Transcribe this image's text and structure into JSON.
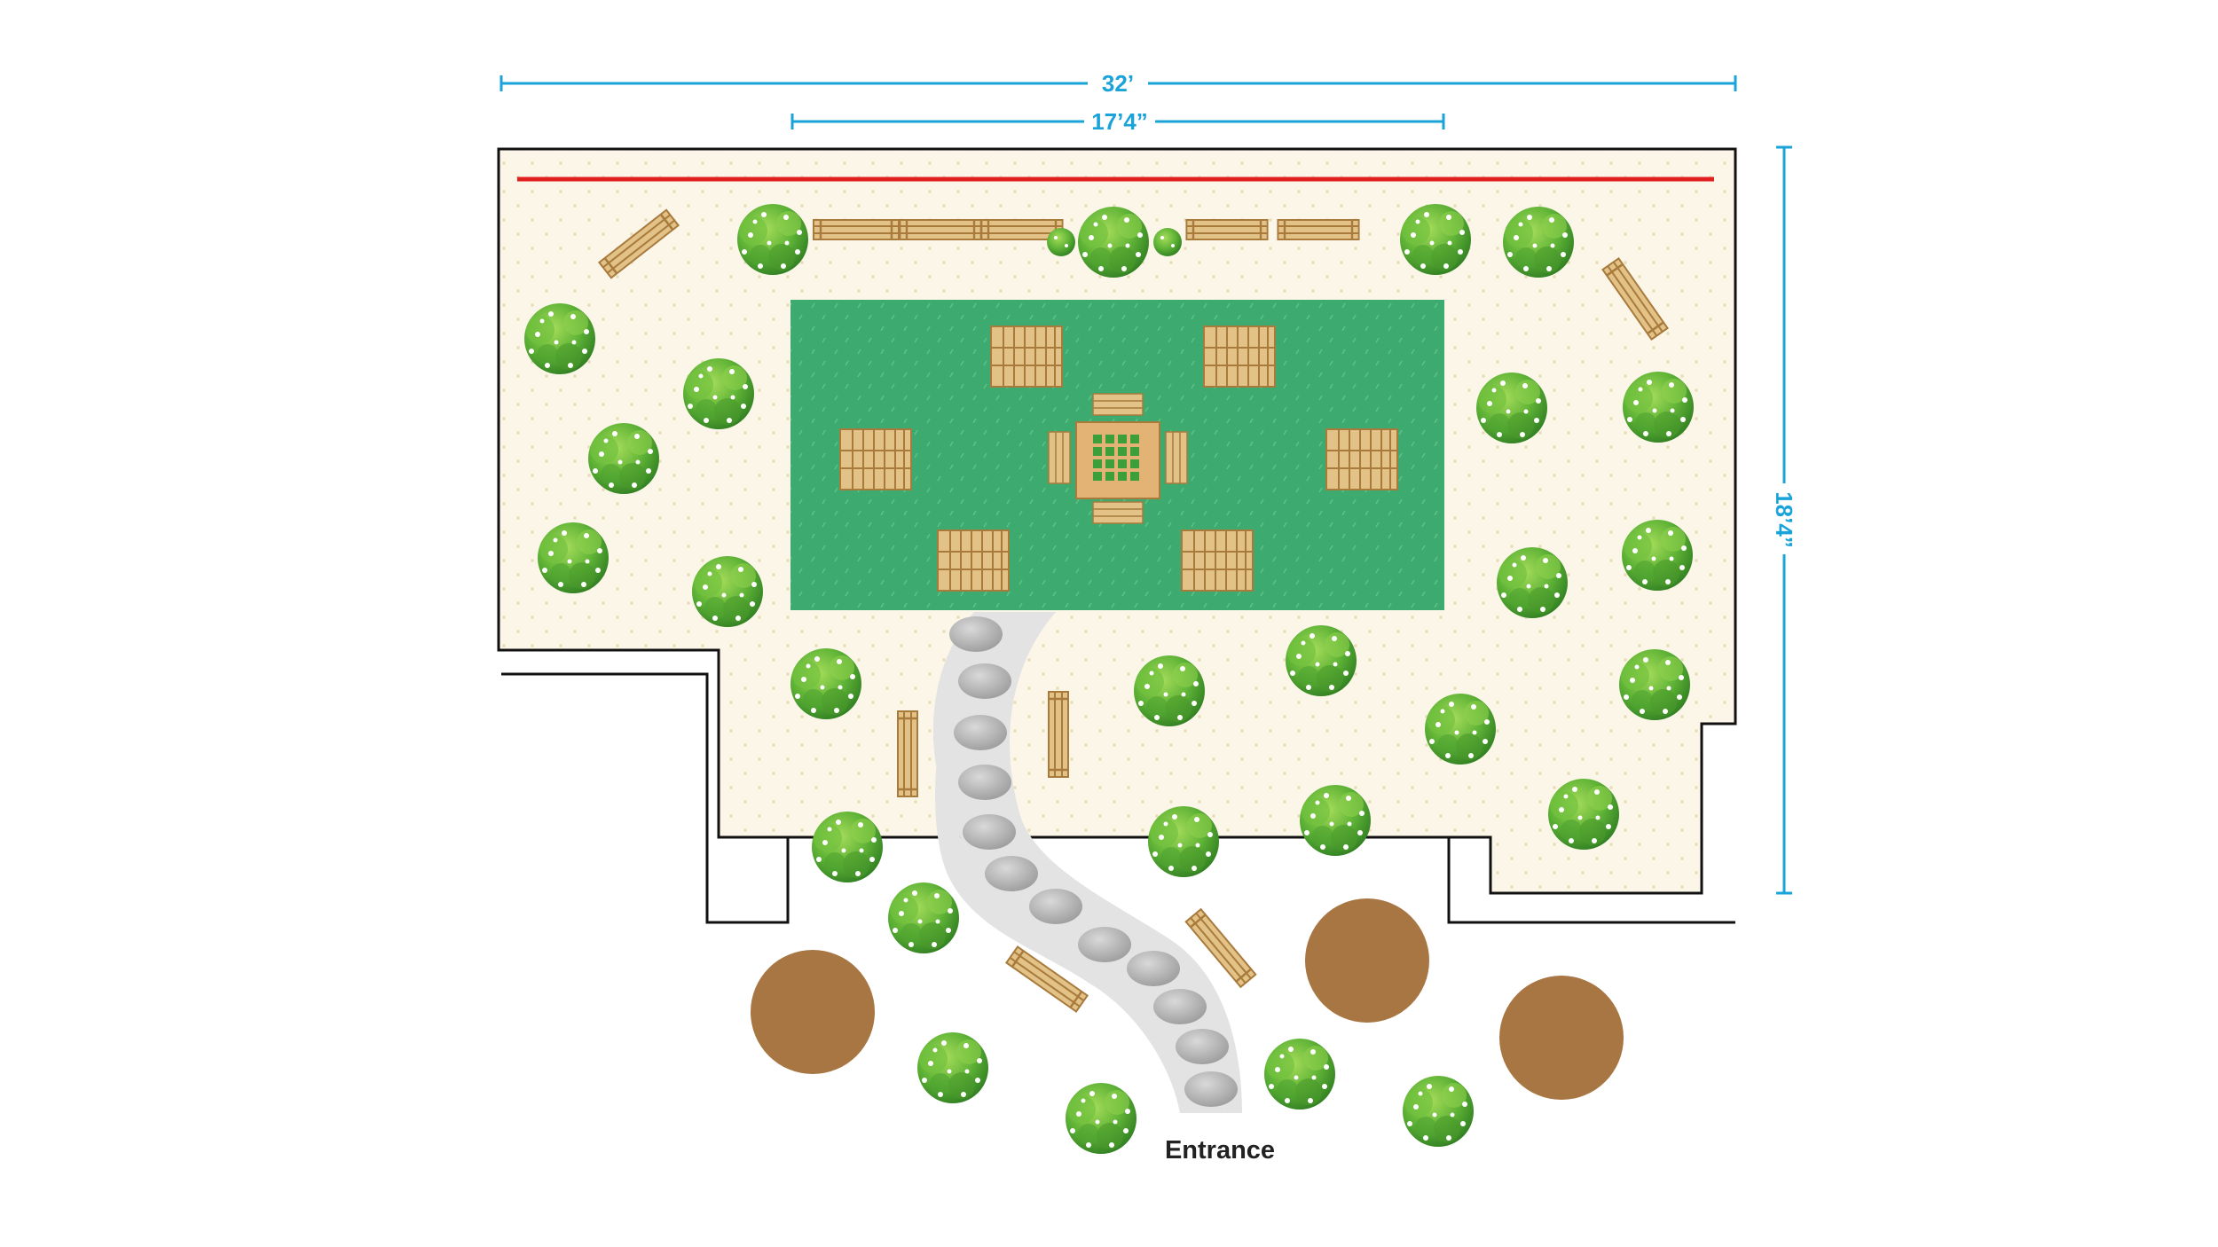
{
  "dimensions": {
    "overall_width": "32’",
    "lawn_width": "17’4”",
    "overall_depth": "18’4”"
  },
  "labels": {
    "entrance": "Entrance"
  },
  "colors": {
    "patio": "#fbf6e8",
    "lawn": "#3daa70",
    "dimension": "#1aa3d9",
    "fence": "#e32020",
    "path_stone": "#bfbfbf",
    "planter": "#a87642",
    "bench_wood": "#e2c287",
    "shrub": "#6ab83c"
  },
  "icons": {
    "shrub": "shrub-icon",
    "bench": "bench-icon",
    "picnic_table": "picnic-table-icon",
    "planter": "round-planter-icon",
    "stepping_stone": "stepping-stone-icon",
    "raised_bed": "raised-garden-bed-icon"
  }
}
